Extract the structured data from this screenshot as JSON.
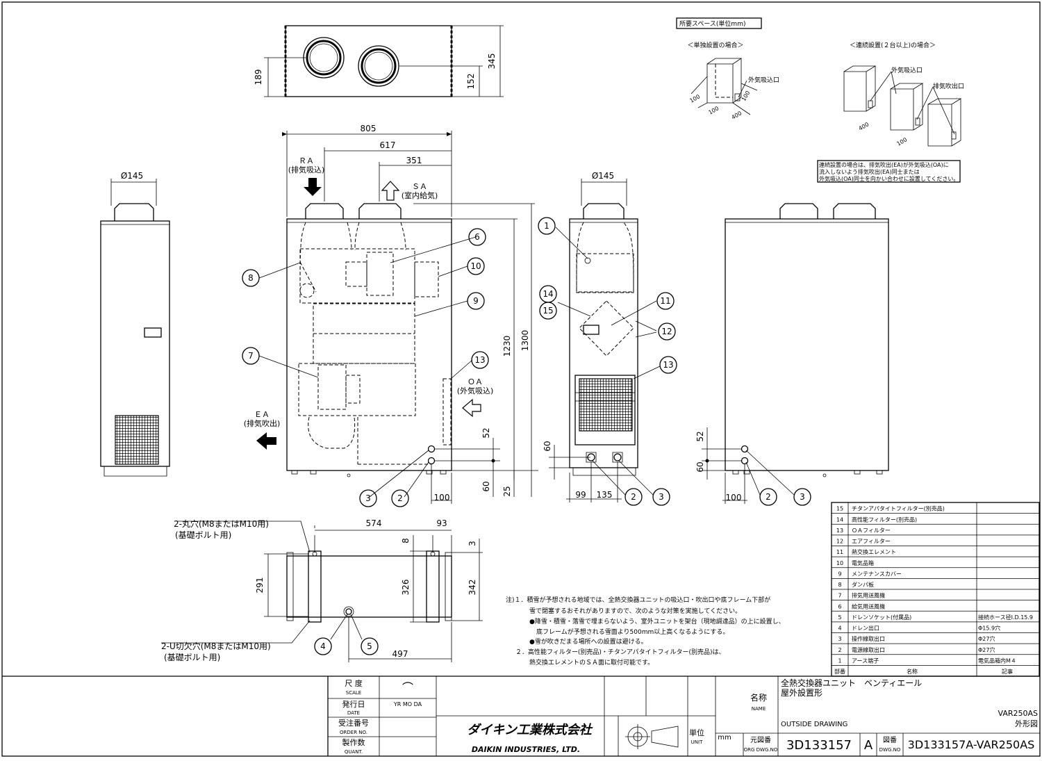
{
  "dimensions": {
    "w805": "805",
    "w617": "617",
    "w351": "351",
    "d145a": "Ø145",
    "d145b": "Ø145",
    "h345": "345",
    "h189": "189",
    "h152": "152",
    "h1230": "1230",
    "h1300": "1300",
    "h52a": "52",
    "h60a": "60",
    "h25": "25",
    "w100a": "100",
    "w99": "99",
    "w135": "135",
    "h60b": "60",
    "h52b": "52",
    "h60c": "60",
    "w100b": "100",
    "w574": "574",
    "w93": "93",
    "h8": "8",
    "h3": "3",
    "h291": "291",
    "h326": "326",
    "h342": "342",
    "w497": "497"
  },
  "flows": {
    "ra": "ＲＡ",
    "ra_sub": "(排気吸込)",
    "sa": "ＳＡ",
    "sa_sub": "(室内給気)",
    "oa": "ＯＡ",
    "oa_sub": "(外気吸込)",
    "ea": "ＥＡ",
    "ea_sub": "(排気吹出)"
  },
  "holes": {
    "round": "2-丸穴(M8またはM10用)",
    "round_sub": "(基礎ボルト用)",
    "u": "2-U切欠穴(M8またはM10用)",
    "u_sub": "(基礎ボルト用)"
  },
  "callouts": {
    "c1": "1",
    "c2a": "2",
    "c2b": "2",
    "c2c": "2",
    "c3a": "3",
    "c3b": "3",
    "c3c": "3",
    "c4": "4",
    "c5": "5",
    "c6": "6",
    "c7": "7",
    "c8": "8",
    "c9": "9",
    "c10": "10",
    "c11": "11",
    "c12": "12",
    "c13a": "13",
    "c13b": "13",
    "c14": "14",
    "c15": "15"
  },
  "space": {
    "title": "所要スペース(単位mm)",
    "single": "＜単独設置の場合＞",
    "multi": "＜連続設置(２台以上)の場合＞",
    "oa_in": "外気吸込口",
    "oa_in2": "外気吸込口",
    "ea_out": "排気吹出口",
    "d100a": "100",
    "d100b": "100",
    "d100c": "100",
    "d400a": "400",
    "d400b": "400",
    "d100d": "100",
    "note1": "連続設置の場合は、排気吹出(EA)が外気吸込(OA)に",
    "note2": "流入しないよう排気吹出(EA)同士または",
    "note3": "外気吸込(OA)同士を向かい合わせに設置してください。"
  },
  "notes": {
    "n1a": "注)１．積雪が予想される地域では、全熱交換器ユニットの吸込口・吹出口や底フレーム下部が",
    "n1b": "雪で閉塞するおそれがありますので、次のような対策を実施してください。",
    "n1c": "●降雪・積雪・落雪で埋まらないよう、室外ユニットを架台（現地調達品）の上に設置し、",
    "n1d": "底フレームが予想される雪面より500mm以上高くなるようにする。",
    "n1e": "●雪が吹きだまる場所への設置は避ける。",
    "n2a": "２．高性能フィルター(別売品)・チタンアパタイトフィルター(別売品)は、",
    "n2b": "熱交換エレメントのＳＡ面に取付可能です。"
  },
  "parts_header": {
    "no": "部番",
    "name": "名称",
    "note": "記事"
  },
  "parts": [
    {
      "no": "15",
      "name": "チタンアパタイトフィルター(別売品)",
      "note": ""
    },
    {
      "no": "14",
      "name": "高性能フィルター(別売品)",
      "note": ""
    },
    {
      "no": "13",
      "name": "ＯＡフィルター",
      "note": ""
    },
    {
      "no": "12",
      "name": "エアフィルター",
      "note": ""
    },
    {
      "no": "11",
      "name": "熱交換エレメント",
      "note": ""
    },
    {
      "no": "10",
      "name": "電気品箱",
      "note": ""
    },
    {
      "no": "9",
      "name": "メンテナンスカバー",
      "note": ""
    },
    {
      "no": "8",
      "name": "ダンパ板",
      "note": ""
    },
    {
      "no": "7",
      "name": "排気用送風機",
      "note": ""
    },
    {
      "no": "6",
      "name": "給気用送風機",
      "note": ""
    },
    {
      "no": "5",
      "name": "ドレンソケット(付属品)",
      "note": "接続ホース径I.D.15.9"
    },
    {
      "no": "4",
      "name": "ドレン出口",
      "note": "Φ15.9穴"
    },
    {
      "no": "3",
      "name": "操作線取出口",
      "note": "Φ27穴"
    },
    {
      "no": "2",
      "name": "電源線取出口",
      "note": "Φ27穴"
    },
    {
      "no": "1",
      "name": "アース端子",
      "note": "電気品箱内M４"
    }
  ],
  "title_block": {
    "scale": "尺 度",
    "scale_en": "SCALE",
    "scale_val": "⌒",
    "date": "発行日",
    "date_en": "DATE",
    "date_val": "YR  MO  DA",
    "order": "受注番号",
    "order_en": "ORDER NO.",
    "quant": "製作数",
    "quant_en": "QUANT.",
    "company": "ダイキン工業株式会社",
    "company_en": "DAIKIN INDUSTRIES, LTD.",
    "unit": "単位",
    "unit_en": "UNIT",
    "unit_val": "mm",
    "name": "名称",
    "name_en": "NAME",
    "product1": "全熱交換器ユニット　ベンティエール",
    "product2": "屋外設置形",
    "drawing_type": "OUTSIDE DRAWING",
    "model": "VAR250AS",
    "drawing_type_jp": "外形図",
    "org": "元図番",
    "org_en": "ORG DWG.NO",
    "org_val": "3D133157",
    "rev": "A",
    "dwg": "図番",
    "dwg_en": "DWG.NO",
    "dwg_val": "3D133157A-VAR250AS"
  }
}
